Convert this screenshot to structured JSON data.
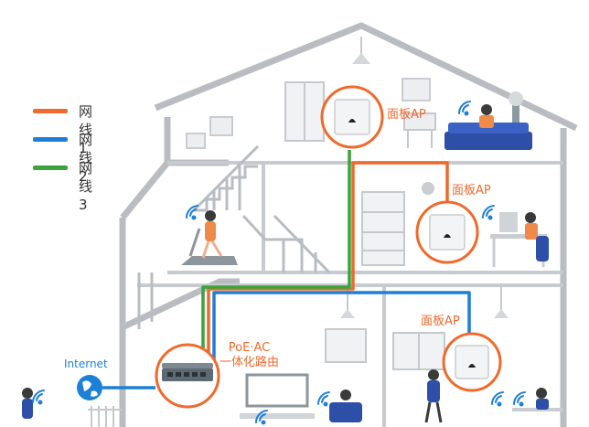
{
  "colors": {
    "cable1": "#ef6a2c",
    "cable2": "#1e7fd8",
    "cable3": "#3aa33a",
    "accent_text": "#ef6a2c",
    "internet_text": "#1e7fd8",
    "house_line": "#b9bdc2"
  },
  "legend": {
    "items": [
      {
        "label": "网线1",
        "color": "#ef6a2c"
      },
      {
        "label": "网线2",
        "color": "#1e7fd8"
      },
      {
        "label": "网线3",
        "color": "#3aa33a"
      }
    ]
  },
  "access_points": [
    {
      "label": "面板AP",
      "floor": "attic"
    },
    {
      "label": "面板AP",
      "floor": "second"
    },
    {
      "label": "面板AP",
      "floor": "first"
    }
  ],
  "router": {
    "line1": "PoE·AC",
    "line2": "一体化路由"
  },
  "internet": {
    "label": "Internet"
  },
  "icons": [
    "wifi-icon",
    "globe-icon",
    "ap-panel-icon",
    "router-icon",
    "person-icon"
  ]
}
